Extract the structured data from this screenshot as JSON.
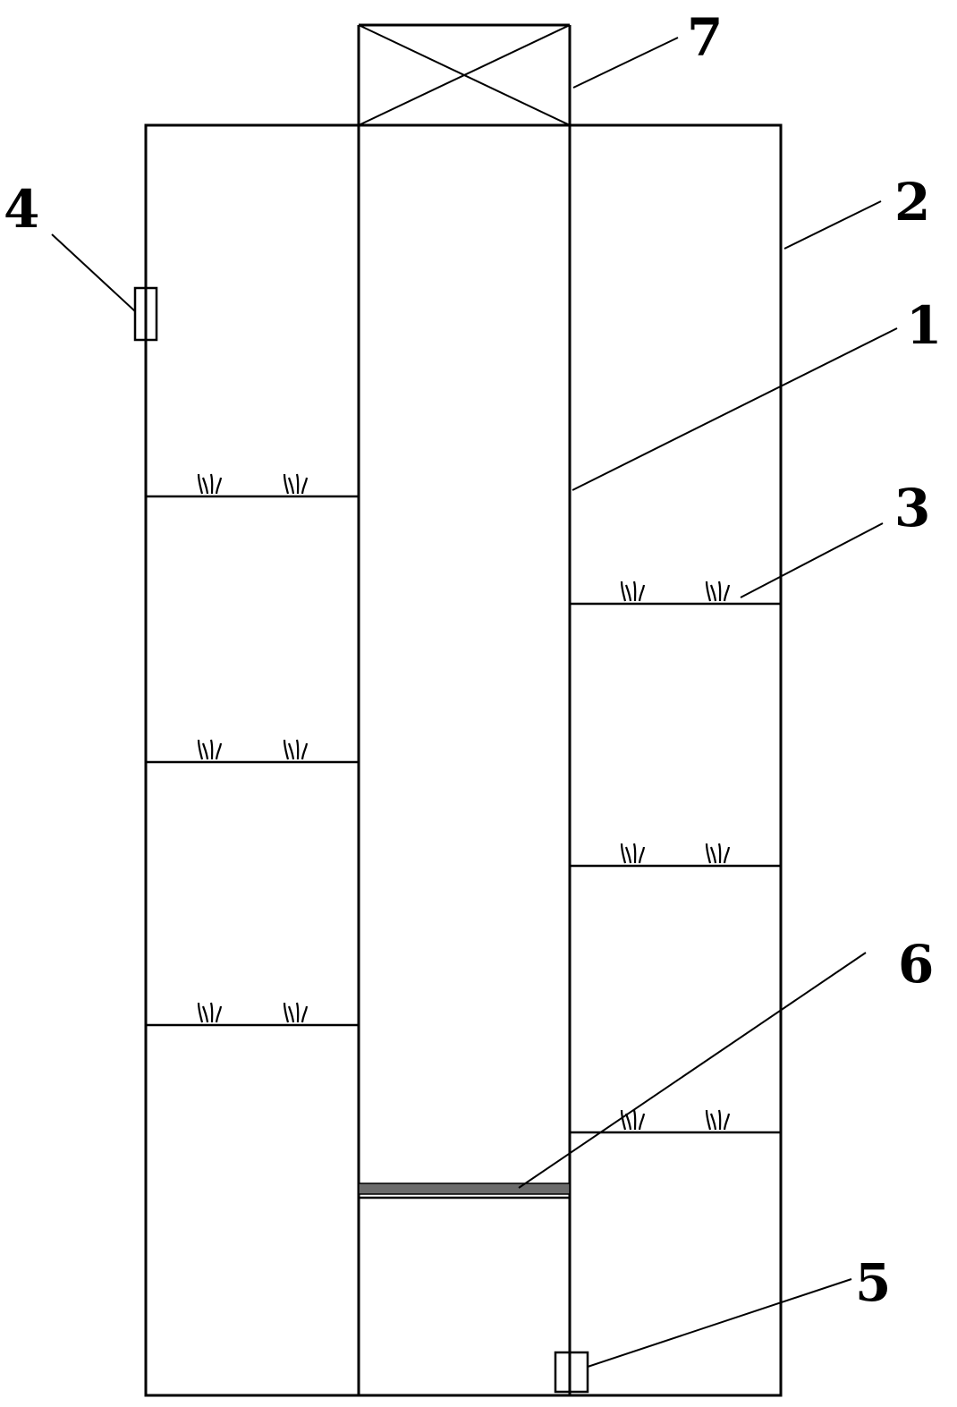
{
  "diagram": {
    "labels": {
      "l1": "1",
      "l2": "2",
      "l3": "3",
      "l4": "4",
      "l5": "5",
      "l6": "6",
      "l7": "7"
    },
    "colors": {
      "line": "#000000",
      "background": "#ffffff",
      "filter_layer": "#6b6b6b"
    }
  }
}
